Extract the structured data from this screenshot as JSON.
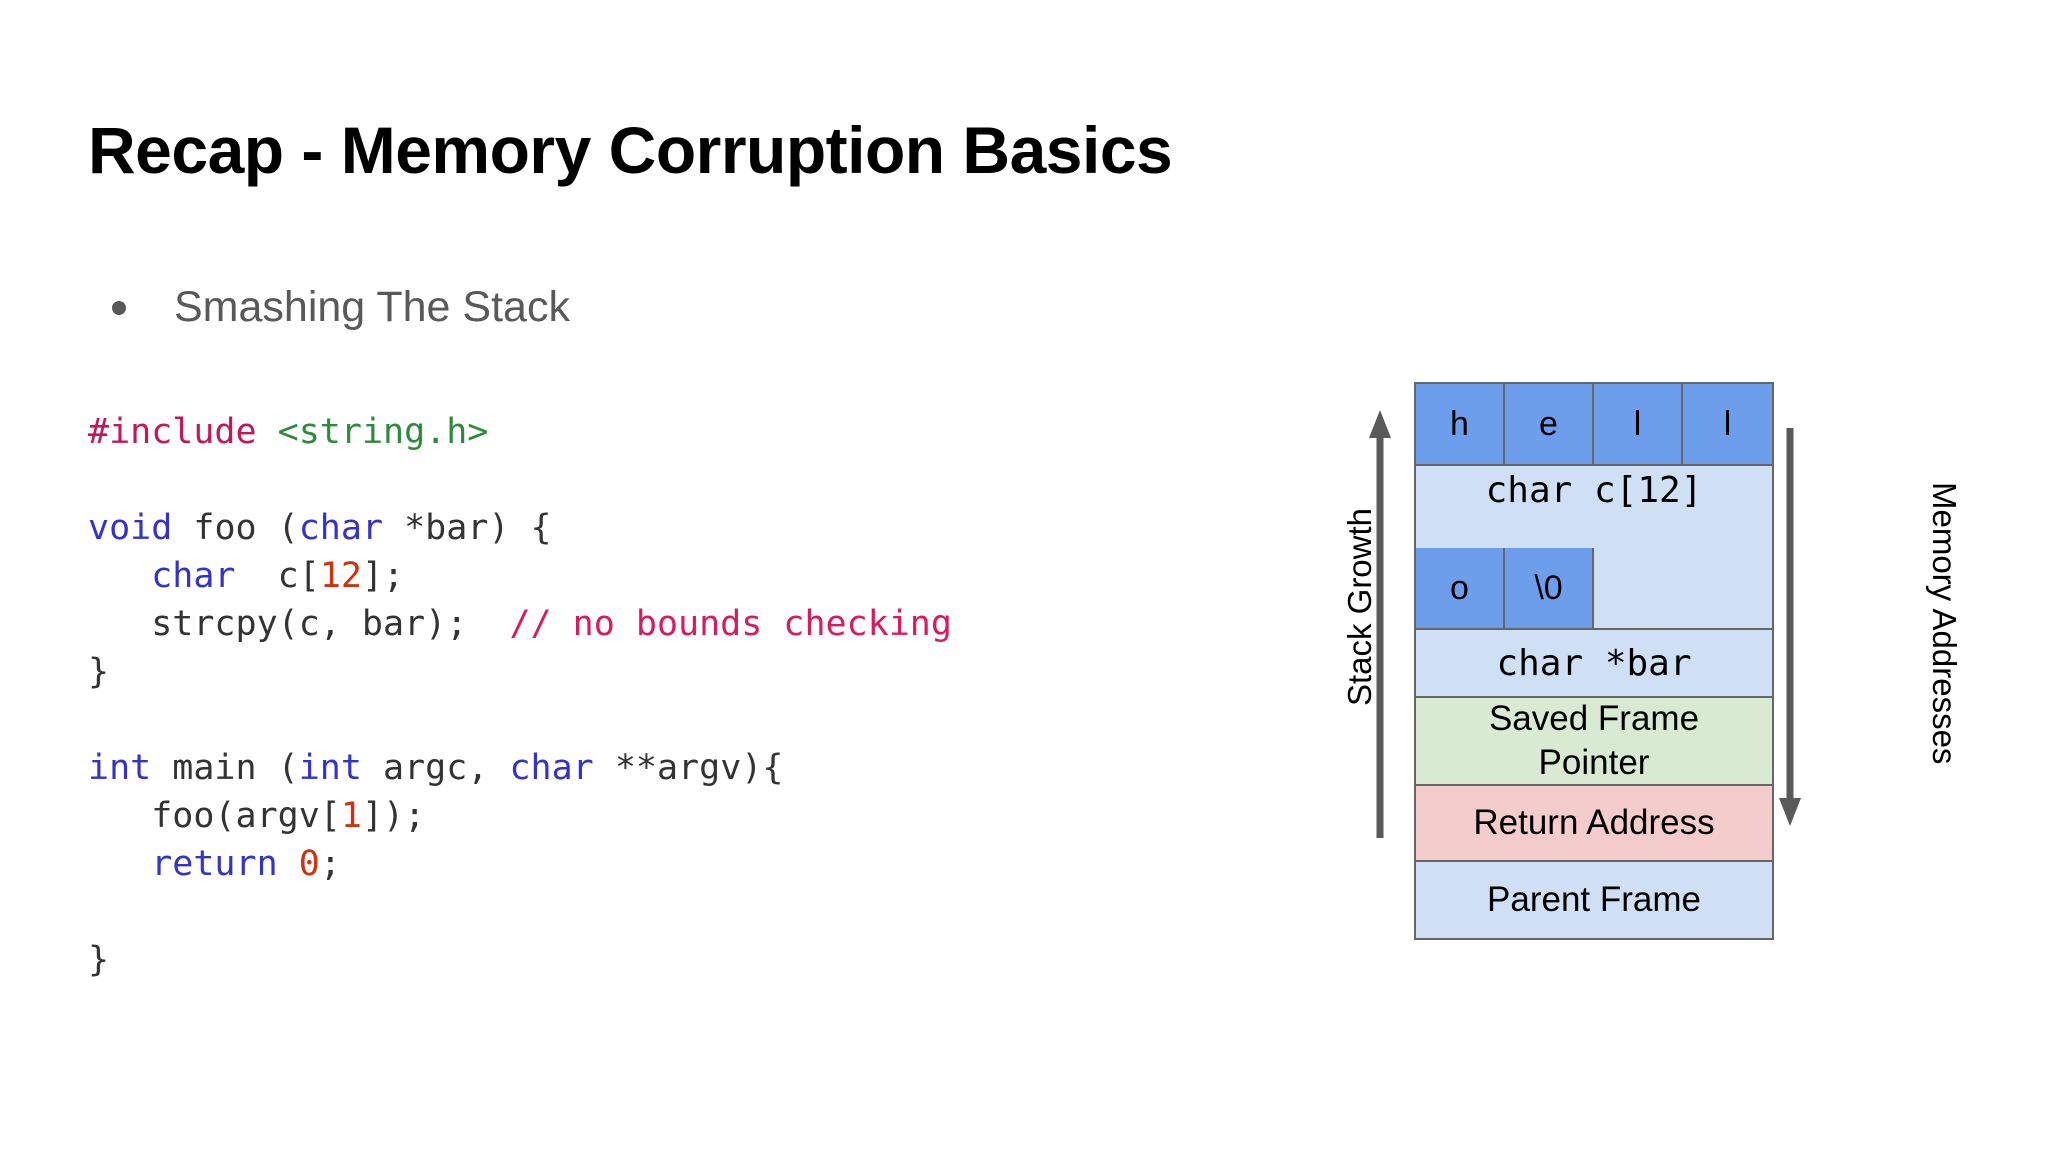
{
  "slide": {
    "title": "Recap - Memory Corruption Basics",
    "bullets": [
      {
        "marker": "bullet-dot",
        "text": "Smashing The Stack"
      }
    ]
  },
  "code": {
    "language": "c",
    "lines": [
      [
        {
          "t": "#include ",
          "c": "preprocessor"
        },
        {
          "t": "<string.h>",
          "c": "header"
        }
      ],
      [],
      [
        {
          "t": "void",
          "c": "keyword"
        },
        {
          "t": " foo (",
          "c": "plain"
        },
        {
          "t": "char",
          "c": "keyword"
        },
        {
          "t": " *bar) {",
          "c": "plain"
        }
      ],
      [
        {
          "t": "   ",
          "c": "plain"
        },
        {
          "t": "char",
          "c": "keyword"
        },
        {
          "t": "  c[",
          "c": "plain"
        },
        {
          "t": "12",
          "c": "number"
        },
        {
          "t": "];",
          "c": "plain"
        }
      ],
      [
        {
          "t": "   strcpy(c, bar);  ",
          "c": "plain"
        },
        {
          "t": "// no bounds checking",
          "c": "comment"
        }
      ],
      [
        {
          "t": "}",
          "c": "plain"
        }
      ],
      [],
      [
        {
          "t": "int",
          "c": "keyword"
        },
        {
          "t": " main (",
          "c": "plain"
        },
        {
          "t": "int",
          "c": "keyword"
        },
        {
          "t": " argc, ",
          "c": "plain"
        },
        {
          "t": "char",
          "c": "keyword"
        },
        {
          "t": " **argv){",
          "c": "plain"
        }
      ],
      [
        {
          "t": "   foo(argv[",
          "c": "plain"
        },
        {
          "t": "1",
          "c": "number"
        },
        {
          "t": "]);",
          "c": "plain"
        }
      ],
      [
        {
          "t": "   ",
          "c": "plain"
        },
        {
          "t": "return",
          "c": "keyword"
        },
        {
          "t": " ",
          "c": "plain"
        },
        {
          "t": "0",
          "c": "number"
        },
        {
          "t": ";",
          "c": "plain"
        }
      ],
      [],
      [
        {
          "t": "}",
          "c": "plain"
        }
      ]
    ],
    "colors": {
      "preprocessor": "#c2185b",
      "header": "#2e8b3d",
      "keyword": "#3333cc",
      "number": "#cc3311",
      "comment": "#d81b60",
      "plain": "#333333"
    }
  },
  "diagram": {
    "title": "stack-frame-layout",
    "left_axis": {
      "label": "Stack Growth",
      "direction": "up"
    },
    "right_axis": {
      "label": "Memory Addresses",
      "direction": "down"
    },
    "buffer_cells_top": [
      "h",
      "e",
      "l",
      "l"
    ],
    "buffer_cells_bottom": [
      "o",
      "\\0"
    ],
    "segments": [
      {
        "id": "char-array",
        "label": "char c[12]",
        "color": "#cfe0f4",
        "mono": true
      },
      {
        "id": "bar-pointer",
        "label": "char *bar",
        "color": "#cfe0f4",
        "mono": true
      },
      {
        "id": "saved-frame-pointer",
        "label_line1": "Saved Frame",
        "label_line2": "Pointer",
        "color": "#d9ead3",
        "mono": false
      },
      {
        "id": "return-address",
        "label": "Return Address",
        "color": "#f4cccc",
        "mono": false
      },
      {
        "id": "parent-frame",
        "label": "Parent Frame",
        "color": "#cfe0f4",
        "mono": false
      }
    ],
    "colors": {
      "cell_fill": "#6d9eeb",
      "light_blue": "#cfe0f4",
      "green": "#d9ead3",
      "pink": "#f4cccc",
      "border": "#666666",
      "arrow": "#595959"
    }
  }
}
